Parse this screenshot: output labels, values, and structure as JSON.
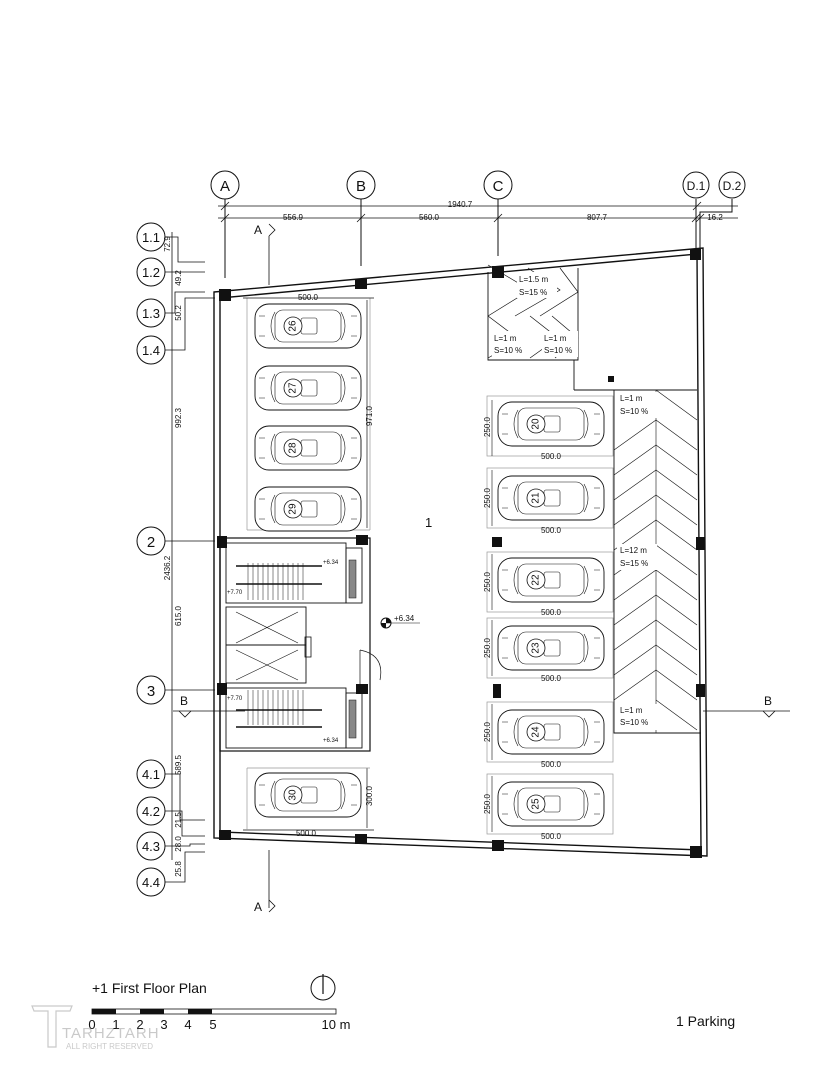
{
  "grid_axes": {
    "columns": [
      {
        "label": "A"
      },
      {
        "label": "B"
      },
      {
        "label": "C"
      },
      {
        "label": "D.1"
      },
      {
        "label": "D.2"
      }
    ],
    "rows": [
      {
        "label": "1.1"
      },
      {
        "label": "1.2"
      },
      {
        "label": "1.3"
      },
      {
        "label": "1.4"
      },
      {
        "label": "2"
      },
      {
        "label": "3"
      },
      {
        "label": "4.1"
      },
      {
        "label": "4.2"
      },
      {
        "label": "4.3"
      },
      {
        "label": "4.4"
      }
    ]
  },
  "dimensions": {
    "top_total": "1940.7",
    "top_segments": [
      "556.9",
      "560.0",
      "807.7",
      "16.2"
    ],
    "left_total": "2436.2",
    "left_segments": [
      "72.9",
      "49.2",
      "50.2",
      "992.3",
      "615.0",
      "589.5",
      "21.5",
      "28.0",
      "25.8"
    ],
    "bay_width": "500.0",
    "left_bay_height": "971.0",
    "lower_bay_height": "300.0",
    "stall_width": "250.0"
  },
  "parking_numbers": [
    "26",
    "27",
    "28",
    "29",
    "20",
    "21",
    "22",
    "23",
    "24",
    "25",
    "30"
  ],
  "ramps": [
    {
      "length": "L=1.5 m",
      "slope": "S=15 %"
    },
    {
      "length": "L=1 m",
      "slope": "S=10 %"
    },
    {
      "length": "L=1 m",
      "slope": "S=10 %"
    },
    {
      "length": "L=1 m",
      "slope": "S=10 %"
    },
    {
      "length": "L=12 m",
      "slope": "S=15 %"
    },
    {
      "length": "L=1 m",
      "slope": "S=10 %"
    }
  ],
  "levels": {
    "floor": "+6.34",
    "stair_upper": "+7.70",
    "stair_mid": "+6.34"
  },
  "space_number": "1",
  "sections": {
    "a": "A",
    "b": "B"
  },
  "title": "+1  First Floor Plan",
  "scale_labels": [
    "0",
    "1",
    "2",
    "3",
    "4",
    "5",
    "10 m"
  ],
  "legend": "1  Parking",
  "watermark": {
    "brand": "TARHZTARH",
    "rights": "ALL RIGHT RESERVED"
  }
}
